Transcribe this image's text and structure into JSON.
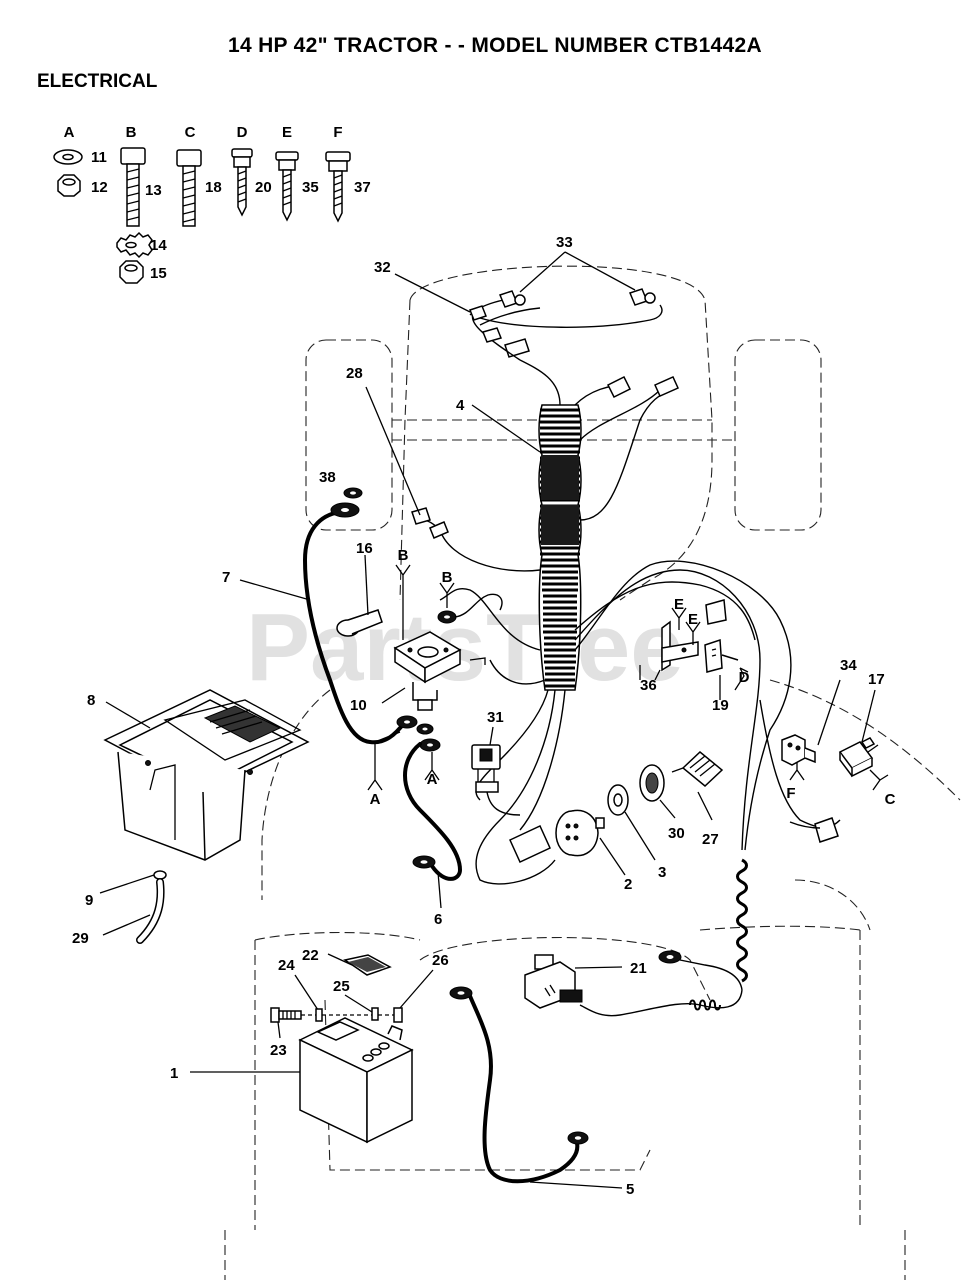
{
  "header": {
    "title": "14 HP 42\" TRACTOR - - MODEL NUMBER CTB1442A",
    "section": "ELECTRICAL"
  },
  "watermark": "PartsTree",
  "hardware_legend": [
    {
      "letter": "A",
      "parts": [
        "11",
        "12"
      ]
    },
    {
      "letter": "B",
      "parts": [
        "13",
        "14",
        "15"
      ]
    },
    {
      "letter": "C",
      "parts": [
        "18"
      ]
    },
    {
      "letter": "D",
      "parts": [
        "20"
      ]
    },
    {
      "letter": "E",
      "parts": [
        "35"
      ]
    },
    {
      "letter": "F",
      "parts": [
        "37"
      ]
    }
  ],
  "callouts": {
    "p1": "1",
    "p2": "2",
    "p3": "3",
    "p4": "4",
    "p5": "5",
    "p6": "6",
    "p7": "7",
    "p8": "8",
    "p9": "9",
    "p10": "10",
    "p16": "16",
    "p17": "17",
    "p19": "19",
    "p21": "21",
    "p22": "22",
    "p23": "23",
    "p24": "24",
    "p25": "25",
    "p26": "26",
    "p27": "27",
    "p28": "28",
    "p29": "29",
    "p30": "30",
    "p31": "31",
    "p32": "32",
    "p33": "33",
    "p34": "34",
    "p36": "36",
    "p38": "38"
  },
  "hardware_refs": {
    "b1": "B",
    "b2": "B",
    "a1": "A",
    "a2": "A",
    "e1": "E",
    "e2": "E",
    "d1": "D",
    "f1": "F",
    "c1": "C"
  }
}
